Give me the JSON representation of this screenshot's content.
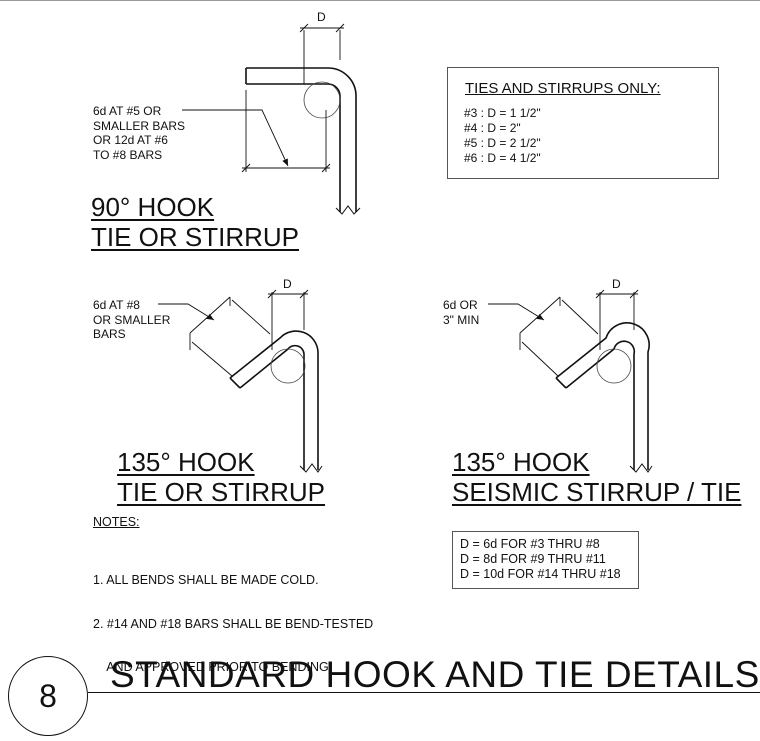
{
  "details": {
    "hook90": {
      "dim_label": "D",
      "note_lines": [
        "6d AT #5 OR",
        "SMALLER BARS",
        "OR 12d AT #6",
        "TO #8 BARS"
      ],
      "title_lines": [
        "90° HOOK",
        "TIE OR STIRRUP"
      ]
    },
    "hook135": {
      "dim_label": "D",
      "note_lines": [
        "6d AT #8",
        "OR SMALLER",
        "BARS"
      ],
      "title_lines": [
        "135° HOOK",
        "TIE OR STIRRUP"
      ]
    },
    "hook135_seismic": {
      "dim_label": "D",
      "note_lines": [
        "6d OR",
        "3\" MIN"
      ],
      "title_lines": [
        "135° HOOK",
        "SEISMIC STIRRUP / TIE"
      ]
    }
  },
  "ties_box": {
    "title": "TIES AND STIRRUPS ONLY:",
    "lines": [
      "#3 : D = 1 1/2\"",
      "#4 : D = 2\"",
      "#5 : D = 2 1/2\"",
      "#6 : D = 4 1/2\""
    ]
  },
  "notes": {
    "heading": "NOTES:",
    "lines": [
      "1. ALL BENDS SHALL BE MADE COLD.",
      "2. #14 AND #18 BARS SHALL BE BEND-TESTED",
      "    AND APPROVED PRIOR TO BENDING."
    ]
  },
  "d_legend": {
    "lines": [
      "D = 6d FOR #3 THRU #8",
      "D = 8d FOR #9 THRU #11",
      "D = 10d FOR #14 THRU #18"
    ]
  },
  "title_block": {
    "number": "8",
    "title": "STANDARD HOOK AND TIE DETAILS"
  }
}
